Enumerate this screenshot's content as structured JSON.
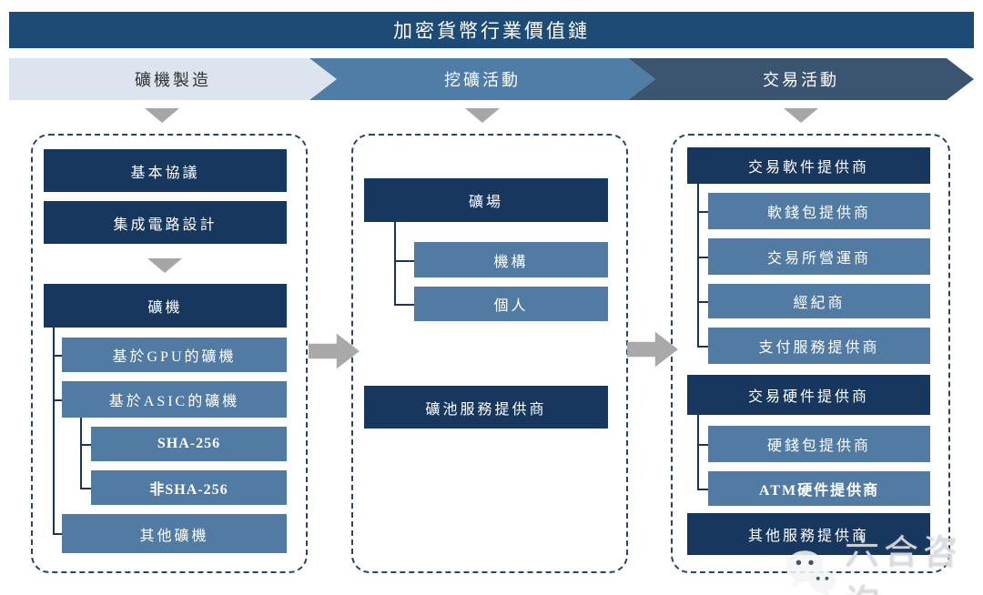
{
  "title": "加密貨幣行業價值鏈",
  "stages": {
    "manufacturing": "礦機製造",
    "mining": "挖礦活動",
    "trading": "交易活動"
  },
  "manufacturing": {
    "basic_protocol": "基本協議",
    "ic_design": "集成電路設計",
    "mining_machine": "礦機",
    "gpu_miner": "基於GPU的礦機",
    "asic_miner": "基於ASIC的礦機",
    "sha256": "SHA-256",
    "non_sha256": "非SHA-256",
    "other_miners": "其他礦機"
  },
  "mining": {
    "mine_farm": "礦場",
    "institution": "機構",
    "individual": "個人",
    "pool_provider": "礦池服務提供商"
  },
  "trading": {
    "software_provider": "交易軟件提供商",
    "soft_wallet": "軟錢包提供商",
    "exchange_operator": "交易所營運商",
    "broker": "經紀商",
    "payment_provider": "支付服務提供商",
    "hardware_provider": "交易硬件提供商",
    "hard_wallet": "硬錢包提供商",
    "atm_provider": "ATM硬件提供商",
    "other_provider": "其他服務提供商"
  },
  "watermark": {
    "label": "六合咨询",
    "icon": "wechat-icon"
  },
  "colors": {
    "title_bar": "#1E4A76",
    "dark_box": "#17375E",
    "steel_box": "#527BA3",
    "stage1_bg": "#DCE4EF",
    "stage2_bg": "#4F7DA6",
    "stage3_bg": "#3B5571",
    "gray_arrow": "#A6A6A6",
    "dashed_border": "#24466B"
  }
}
